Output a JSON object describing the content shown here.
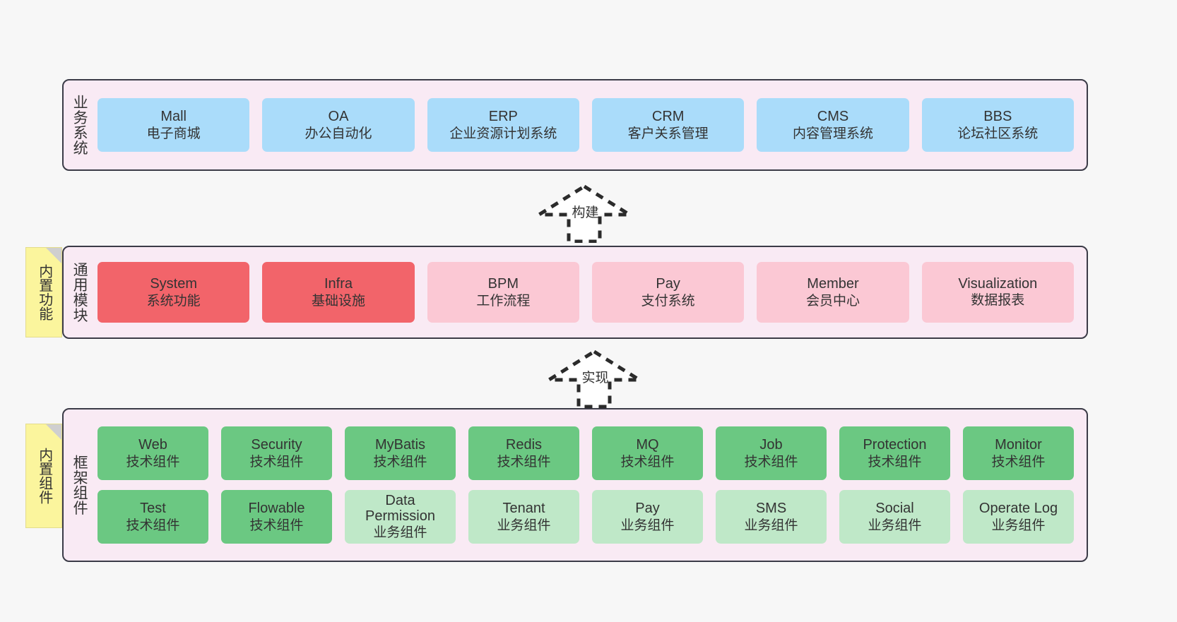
{
  "diagram": {
    "background": "#f7f7f7",
    "panel_fill": "#f9eaf4",
    "panel_border": "#3b3b47",
    "note_fill": "#fbf59d",
    "colors": {
      "business": "#aadcfa",
      "module_strong": "#f2646a",
      "module_soft": "#fbc8d4",
      "component_tech": "#6bc882",
      "component_business": "#bfe8c8"
    }
  },
  "layers": {
    "business": {
      "title": "业务系统",
      "nodes": [
        {
          "title": "Mall",
          "sub": "电子商城"
        },
        {
          "title": "OA",
          "sub": "办公自动化"
        },
        {
          "title": "ERP",
          "sub": "企业资源计划系统"
        },
        {
          "title": "CRM",
          "sub": "客户关系管理"
        },
        {
          "title": "CMS",
          "sub": "内容管理系统"
        },
        {
          "title": "BBS",
          "sub": "论坛社区系统"
        }
      ]
    },
    "modules": {
      "title": "通用模块",
      "note": "内置功能",
      "nodes": [
        {
          "title": "System",
          "sub": "系统功能",
          "variant": "strong"
        },
        {
          "title": "Infra",
          "sub": "基础设施",
          "variant": "strong"
        },
        {
          "title": "BPM",
          "sub": "工作流程",
          "variant": "soft"
        },
        {
          "title": "Pay",
          "sub": "支付系统",
          "variant": "soft"
        },
        {
          "title": "Member",
          "sub": "会员中心",
          "variant": "soft"
        },
        {
          "title": "Visualization",
          "sub": "数据报表",
          "variant": "soft"
        }
      ]
    },
    "framework": {
      "title": "框架组件",
      "note": "内置组件",
      "row1": [
        {
          "title": "Web",
          "sub": "技术组件",
          "variant": "tech"
        },
        {
          "title": "Security",
          "sub": "技术组件",
          "variant": "tech"
        },
        {
          "title": "MyBatis",
          "sub": "技术组件",
          "variant": "tech"
        },
        {
          "title": "Redis",
          "sub": "技术组件",
          "variant": "tech"
        },
        {
          "title": "MQ",
          "sub": "技术组件",
          "variant": "tech"
        },
        {
          "title": "Job",
          "sub": "技术组件",
          "variant": "tech"
        },
        {
          "title": "Protection",
          "sub": "技术组件",
          "variant": "tech"
        },
        {
          "title": "Monitor",
          "sub": "技术组件",
          "variant": "tech"
        }
      ],
      "row2": [
        {
          "title": "Test",
          "sub": "技术组件",
          "variant": "tech"
        },
        {
          "title": "Flowable",
          "sub": "技术组件",
          "variant": "tech"
        },
        {
          "title": "Data Permission",
          "sub": "业务组件",
          "variant": "biz"
        },
        {
          "title": "Tenant",
          "sub": "业务组件",
          "variant": "biz"
        },
        {
          "title": "Pay",
          "sub": "业务组件",
          "variant": "biz"
        },
        {
          "title": "SMS",
          "sub": "业务组件",
          "variant": "biz"
        },
        {
          "title": "Social",
          "sub": "业务组件",
          "variant": "biz"
        },
        {
          "title": "Operate Log",
          "sub": "业务组件",
          "variant": "biz"
        }
      ]
    }
  },
  "connectors": [
    {
      "label": "构建",
      "from": "modules",
      "to": "business"
    },
    {
      "label": "实现",
      "from": "framework",
      "to": "modules"
    }
  ]
}
